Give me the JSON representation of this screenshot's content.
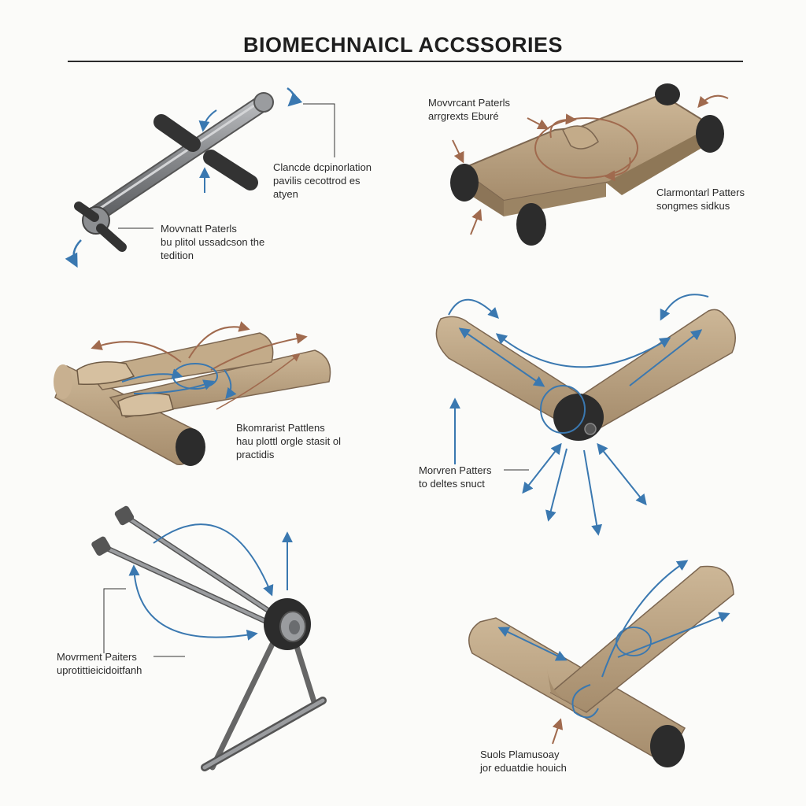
{
  "page": {
    "title": "BIOMECHNAICL ACCSSORIES"
  },
  "colors": {
    "motion": "#3a78b0",
    "force": "#a06a4e",
    "tan": "#b39b7c",
    "tan_dark": "#8c7558",
    "metal": "#7d7f82",
    "cap": "#2c2c2c",
    "ink": "#2a2a2a"
  },
  "panels": [
    {
      "name": "t-handle-bar",
      "labels": [
        {
          "lines": [
            "Clancde dcpinorlation",
            "pavilis cecottrod es",
            "atyen"
          ]
        },
        {
          "lines": [
            "Movvnatt Paterls",
            "bu plitol ussadcson the",
            "tedition"
          ]
        }
      ]
    },
    {
      "name": "wheeled-board",
      "labels": [
        {
          "lines": [
            "Movvrcant Paterls",
            "arrgrexts Eburé"
          ]
        },
        {
          "lines": [
            "Clarmontarl Patters",
            "songmes sidkus"
          ]
        }
      ]
    },
    {
      "name": "twin-rollers",
      "labels": [
        {
          "lines": [
            "Bkomrarist Pattlens",
            "hau plottl orgle stasit ol",
            "practidis"
          ]
        }
      ]
    },
    {
      "name": "v-handle",
      "labels": [
        {
          "lines": [
            "Morvren Patters",
            "to deltes snuct"
          ]
        }
      ]
    },
    {
      "name": "pulley-frame",
      "labels": [
        {
          "lines": [
            "Movrment Paiters",
            "uprotittieicidoitfanh"
          ]
        }
      ]
    },
    {
      "name": "cross-roller",
      "labels": [
        {
          "lines": [
            "Suols Plamusoay",
            "jor eduatdie houich"
          ]
        }
      ]
    }
  ]
}
